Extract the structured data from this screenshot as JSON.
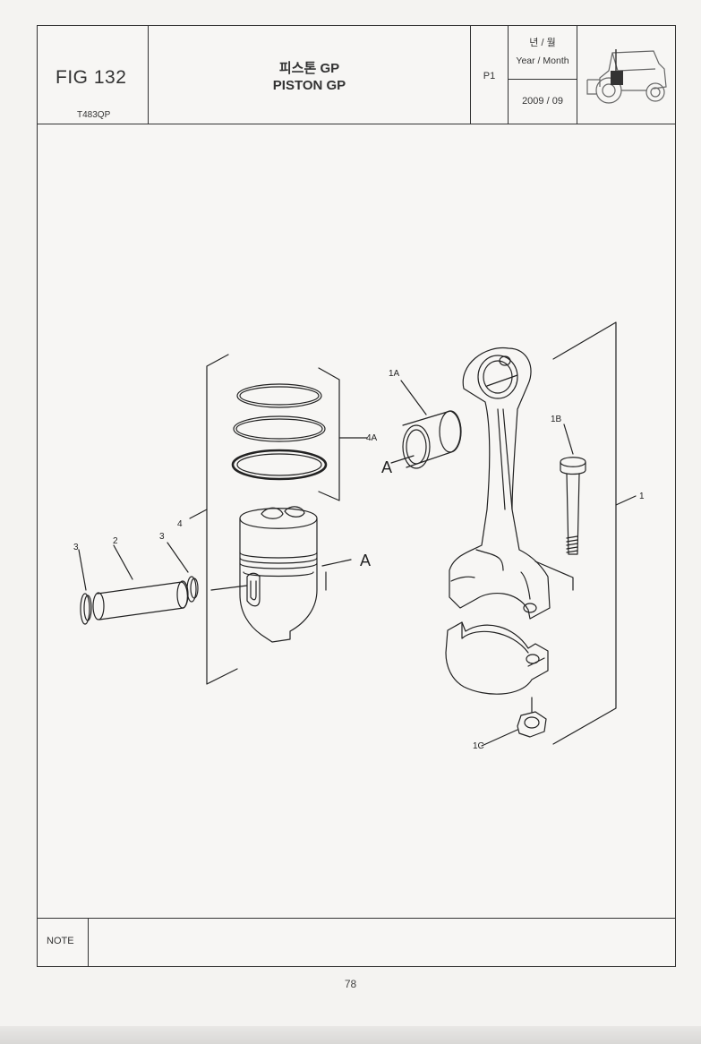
{
  "header": {
    "fig_number": "FIG 132",
    "model_code": "T483QP",
    "title_kr": "피스톤 GP",
    "title_en": "PISTON GP",
    "page_code": "P1",
    "date_label_kr": "년 / 월",
    "date_label_en": "Year / Month",
    "date_value": "2009 / 09",
    "icon": "tractor-icon"
  },
  "diagram": {
    "callouts": {
      "c1": "1",
      "c1a": "1A",
      "c1b": "1B",
      "c1c": "1C",
      "c2": "2",
      "c3_left": "3",
      "c3_right": "3",
      "c4": "4",
      "c4a": "4A",
      "a_piston": "A",
      "a_bushing": "A"
    }
  },
  "note": {
    "label": "NOTE",
    "text": ""
  },
  "footer": {
    "page_number": "78"
  }
}
